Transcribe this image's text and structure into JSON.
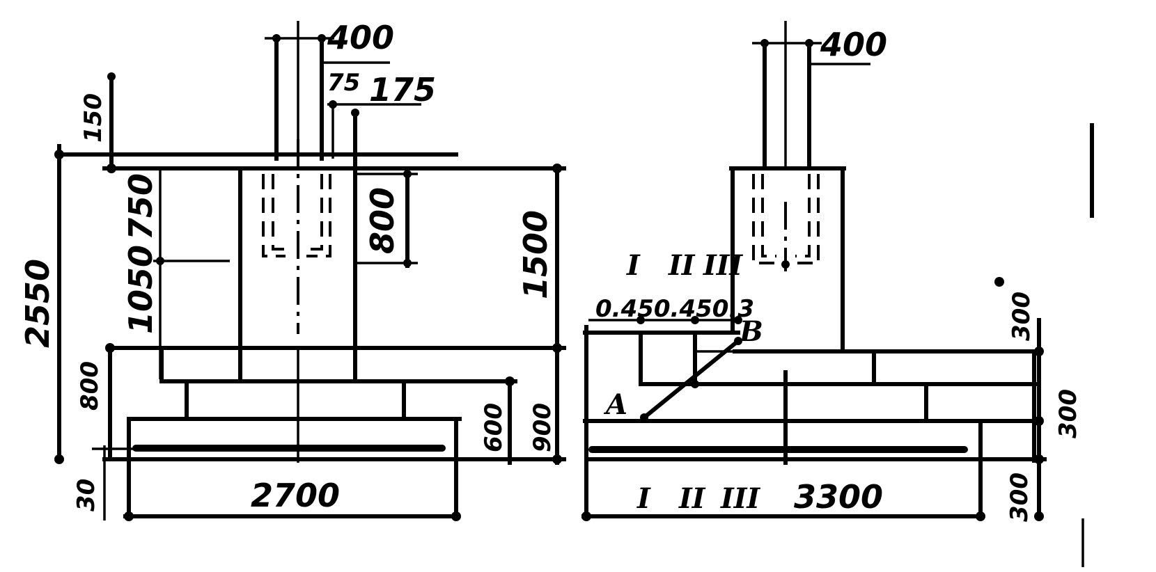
{
  "left_drawing": {
    "dims": {
      "col_width": "400",
      "gap_top": "75",
      "gap_side": "175",
      "top_offset": "150",
      "total_height": "2550",
      "upper_part": "750",
      "stem_height": "1050",
      "socket_depth": "800",
      "stem_total": "1500",
      "step_height": "800",
      "lower_steps": "600",
      "lower_total": "900",
      "sole": "30",
      "base_width": "2700"
    }
  },
  "right_drawing": {
    "dims": {
      "col_width": "400",
      "ratios": "0.450.450.3",
      "step1": "300",
      "step2": "300",
      "step3": "300",
      "base_width": "3300"
    },
    "roman_top": [
      "I",
      "II",
      "III"
    ],
    "roman_bottom": [
      "I",
      "II",
      "III"
    ],
    "point_a": "A",
    "point_b": "B"
  }
}
